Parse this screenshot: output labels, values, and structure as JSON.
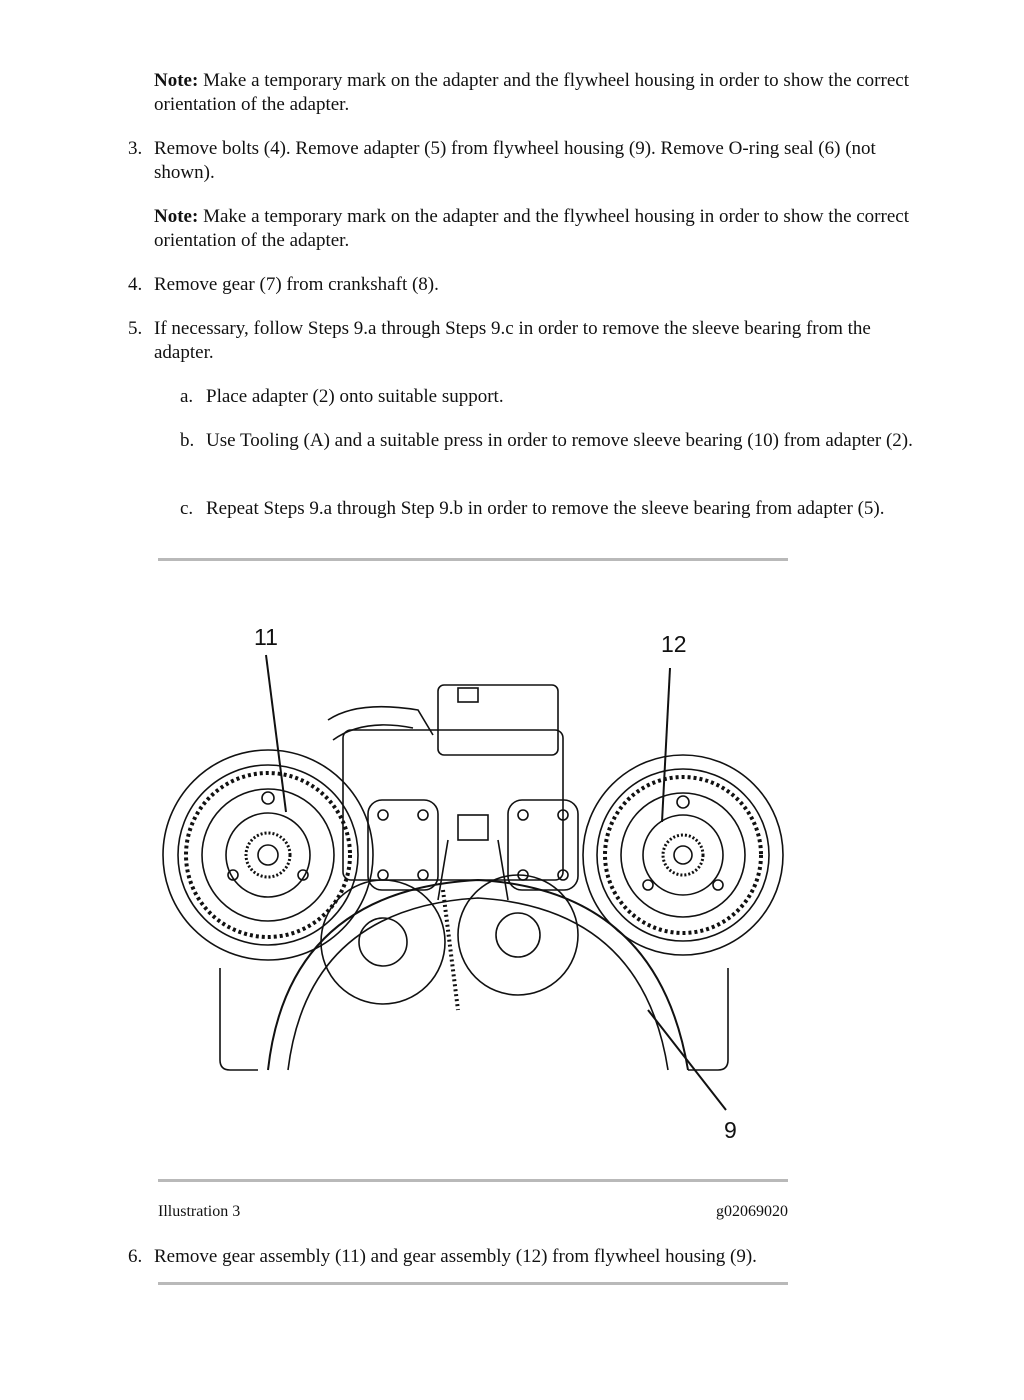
{
  "note1": {
    "label": "Note:",
    "text": "Make a temporary mark on the adapter and the flywheel housing in order to show the correct orientation of the adapter."
  },
  "step3": {
    "number": "3.",
    "text": "Remove bolts (4). Remove adapter (5) from flywheel housing (9). Remove O-ring seal (6) (not shown)."
  },
  "note2": {
    "label": "Note:",
    "text": "Make a temporary mark on the adapter and the flywheel housing in order to show the correct orientation of the adapter."
  },
  "step4": {
    "number": "4.",
    "text": "Remove gear (7) from crankshaft (8)."
  },
  "step5": {
    "number": "5.",
    "text": "If necessary, follow Steps 9.a through Steps 9.c in order to remove the sleeve bearing from the adapter.",
    "substeps": [
      {
        "letter": "a.",
        "text": "Place adapter (2) onto suitable support."
      },
      {
        "letter": "b.",
        "text": "Use Tooling (A) and a suitable press in order to remove sleeve bearing (10) from adapter (2)."
      },
      {
        "letter": "c.",
        "text": "Repeat Steps 9.a through Step 9.b in order to remove the sleeve bearing from adapter (5)."
      }
    ]
  },
  "figure": {
    "callouts": {
      "gear_left": "11",
      "gear_right": "12",
      "housing": "9"
    },
    "caption_left": "Illustration 3",
    "caption_right": "g02069020"
  },
  "step6": {
    "number": "6.",
    "text": "Remove gear assembly (11) and gear assembly (12) from flywheel housing (9)."
  }
}
